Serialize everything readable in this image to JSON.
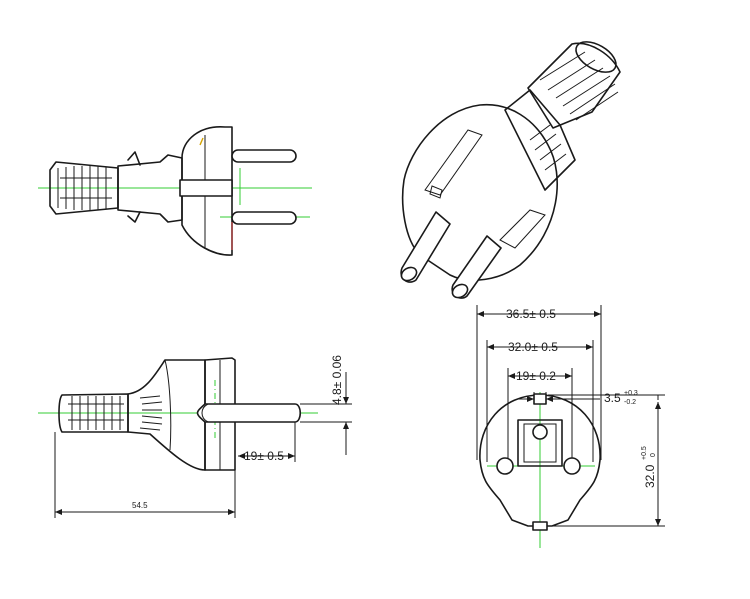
{
  "dimensions": {
    "overall_width": "36.5± 0.5",
    "pin_spacing": "32.0± 0.5",
    "pin_pitch": "19± 0.2",
    "slot_width_base": "3.5",
    "slot_width_tol_plus": "+0.3",
    "slot_width_tol_minus": "-0.2",
    "face_height_base": "32.0",
    "face_height_tol_plus": "+0.5",
    "face_height_tol_minus": "0",
    "pin_diameter": "4.8± 0.06",
    "pin_length": "19± 0.5",
    "total_length": "54.5"
  },
  "colors": {
    "outline": "#1a1a1a",
    "centerline": "#33cc33",
    "background": "#ffffff"
  }
}
